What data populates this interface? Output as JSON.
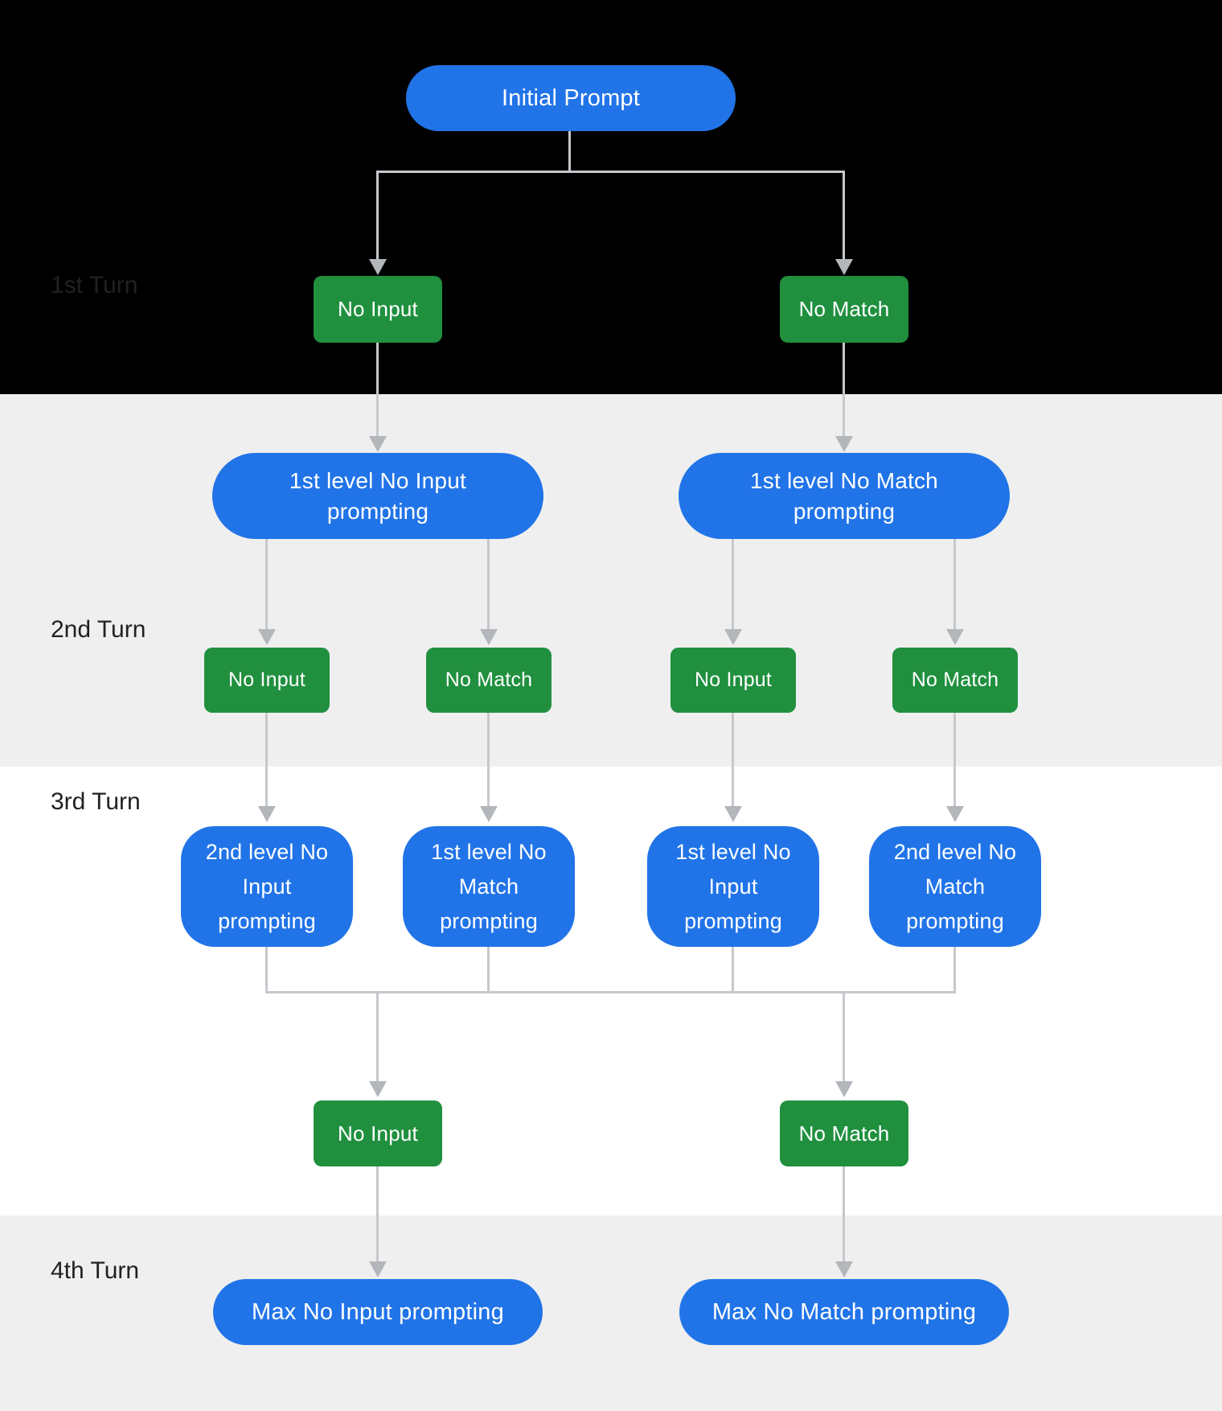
{
  "flow": {
    "initial_prompt": "Initial Prompt",
    "turn1": {
      "label": "1st Turn",
      "no_input": "No Input",
      "no_match": "No Match"
    },
    "level1_prompts": {
      "no_input": "1st level No Input prompting",
      "no_match": "1st level No Match prompting"
    },
    "turn2": {
      "label": "2nd Turn",
      "events": [
        "No Input",
        "No Match",
        "No Input",
        "No Match"
      ]
    },
    "turn3": {
      "label": "3rd Turn",
      "prompts": [
        "2nd level No Input prompting",
        "1st level No Match prompting",
        "1st level No Input prompting",
        "2nd level No Match prompting"
      ]
    },
    "turn4": {
      "label": "4th Turn",
      "no_input": "No Input",
      "no_match": "No Match",
      "max_no_input": "Max No Input prompting",
      "max_no_match": "Max No Match prompting"
    },
    "colors": {
      "prompt_blue": "#2174e8",
      "event_green": "#20903f",
      "connector_line": "#c5c8cc",
      "connector_arrow": "#b3b7bc",
      "label_dark": "#202124",
      "band_black": "#000000",
      "band_gray": "#efefef",
      "band_white": "#ffffff"
    }
  }
}
